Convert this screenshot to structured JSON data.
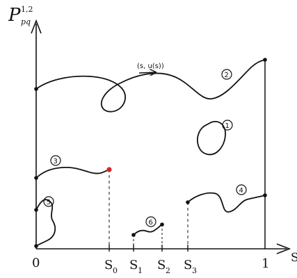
{
  "axes": {
    "y_label": "P",
    "y_label_sup": "1,2",
    "y_label_sub": "pq",
    "x_label": "S"
  },
  "x_ticks": [
    {
      "main": "0",
      "sub": ""
    },
    {
      "main": "S",
      "sub": "0"
    },
    {
      "main": "S",
      "sub": "1"
    },
    {
      "main": "S",
      "sub": "2"
    },
    {
      "main": "S",
      "sub": "3"
    },
    {
      "main": "1",
      "sub": ""
    }
  ],
  "curve_labels": [
    "2",
    "1",
    "3",
    "4",
    "5",
    "6"
  ],
  "annotation": "(s, u(s))",
  "colors": {
    "ink": "#111111",
    "endpoint_marker": "#d62828"
  }
}
